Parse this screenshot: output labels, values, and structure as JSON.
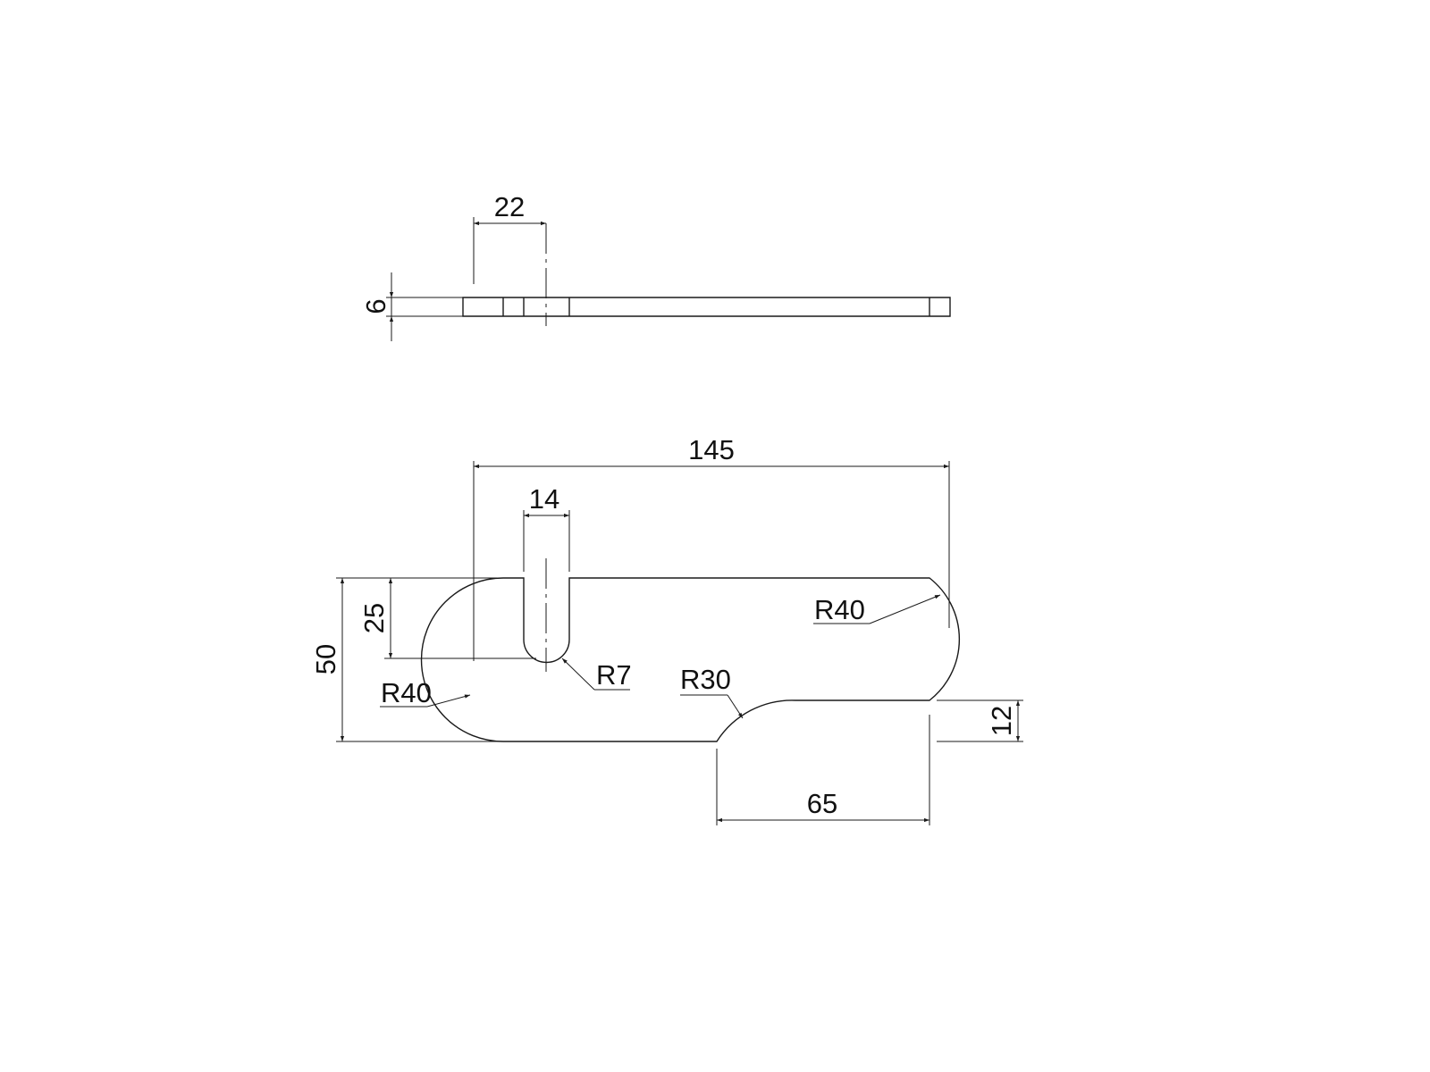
{
  "drawing": {
    "dimensions": {
      "slot_offset": "22",
      "thickness": "6",
      "overall_length": "145",
      "slot_width": "14",
      "slot_depth": "25",
      "overall_height": "50",
      "notch_height": "12",
      "notch_length": "65"
    },
    "radii": {
      "left_arc": "R40",
      "right_arc": "R40",
      "slot_end": "R7",
      "notch_fillet": "R30"
    }
  }
}
